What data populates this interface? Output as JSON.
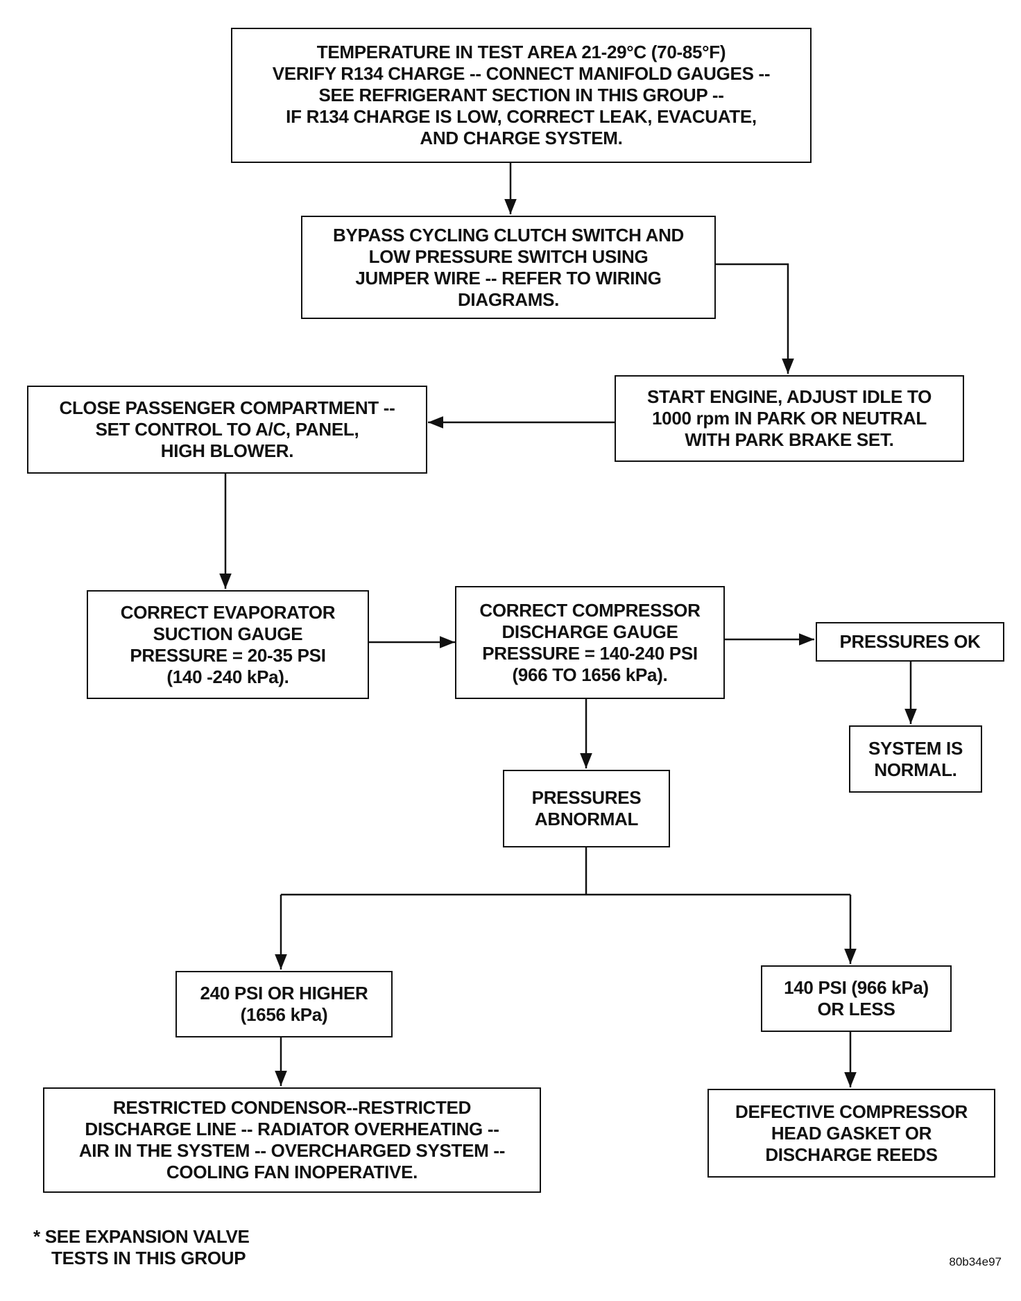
{
  "boxes": {
    "top": [
      "TEMPERATURE IN TEST AREA 21-29°C (70-85°F)",
      "VERIFY R134 CHARGE -- CONNECT MANIFOLD GAUGES --",
      "SEE REFRIGERANT SECTION IN THIS GROUP --",
      "IF R134 CHARGE IS LOW, CORRECT LEAK, EVACUATE,",
      "AND CHARGE SYSTEM."
    ],
    "bypass": [
      "BYPASS CYCLING CLUTCH SWITCH AND",
      "LOW PRESSURE SWITCH USING",
      "JUMPER WIRE -- REFER TO WIRING",
      "DIAGRAMS."
    ],
    "start_engine": [
      "START ENGINE, ADJUST IDLE TO",
      "1000 rpm IN PARK OR NEUTRAL",
      "WITH PARK BRAKE SET."
    ],
    "close_compartment": [
      "CLOSE PASSENGER COMPARTMENT --",
      "SET CONTROL TO A/C, PANEL,",
      "HIGH BLOWER."
    ],
    "evaporator": [
      "CORRECT EVAPORATOR",
      "SUCTION GAUGE",
      "PRESSURE = 20-35 PSI",
      "(140 -240 kPa)."
    ],
    "compressor": [
      "CORRECT COMPRESSOR",
      "DISCHARGE GAUGE",
      "PRESSURE = 140-240 PSI",
      "(966 TO 1656 kPa)."
    ],
    "pressures_ok": [
      "PRESSURES OK"
    ],
    "system_normal": [
      "SYSTEM IS",
      "NORMAL."
    ],
    "pressures_abnormal": [
      "PRESSURES",
      "ABNORMAL"
    ],
    "high_240": [
      "240 PSI OR HIGHER",
      "(1656 kPa)"
    ],
    "low_140": [
      "140 PSI (966 kPa)",
      "OR LESS"
    ],
    "restricted": [
      "RESTRICTED CONDENSOR--RESTRICTED",
      "DISCHARGE LINE -- RADIATOR OVERHEATING --",
      "AIR IN THE SYSTEM -- OVERCHARGED SYSTEM --",
      "COOLING FAN INOPERATIVE."
    ],
    "defective": [
      "DEFECTIVE COMPRESSOR",
      "HEAD GASKET OR",
      "DISCHARGE REEDS"
    ]
  },
  "footnote": [
    "* SEE EXPANSION VALVE",
    "TESTS IN THIS GROUP"
  ],
  "figure_code": "80b34e97"
}
